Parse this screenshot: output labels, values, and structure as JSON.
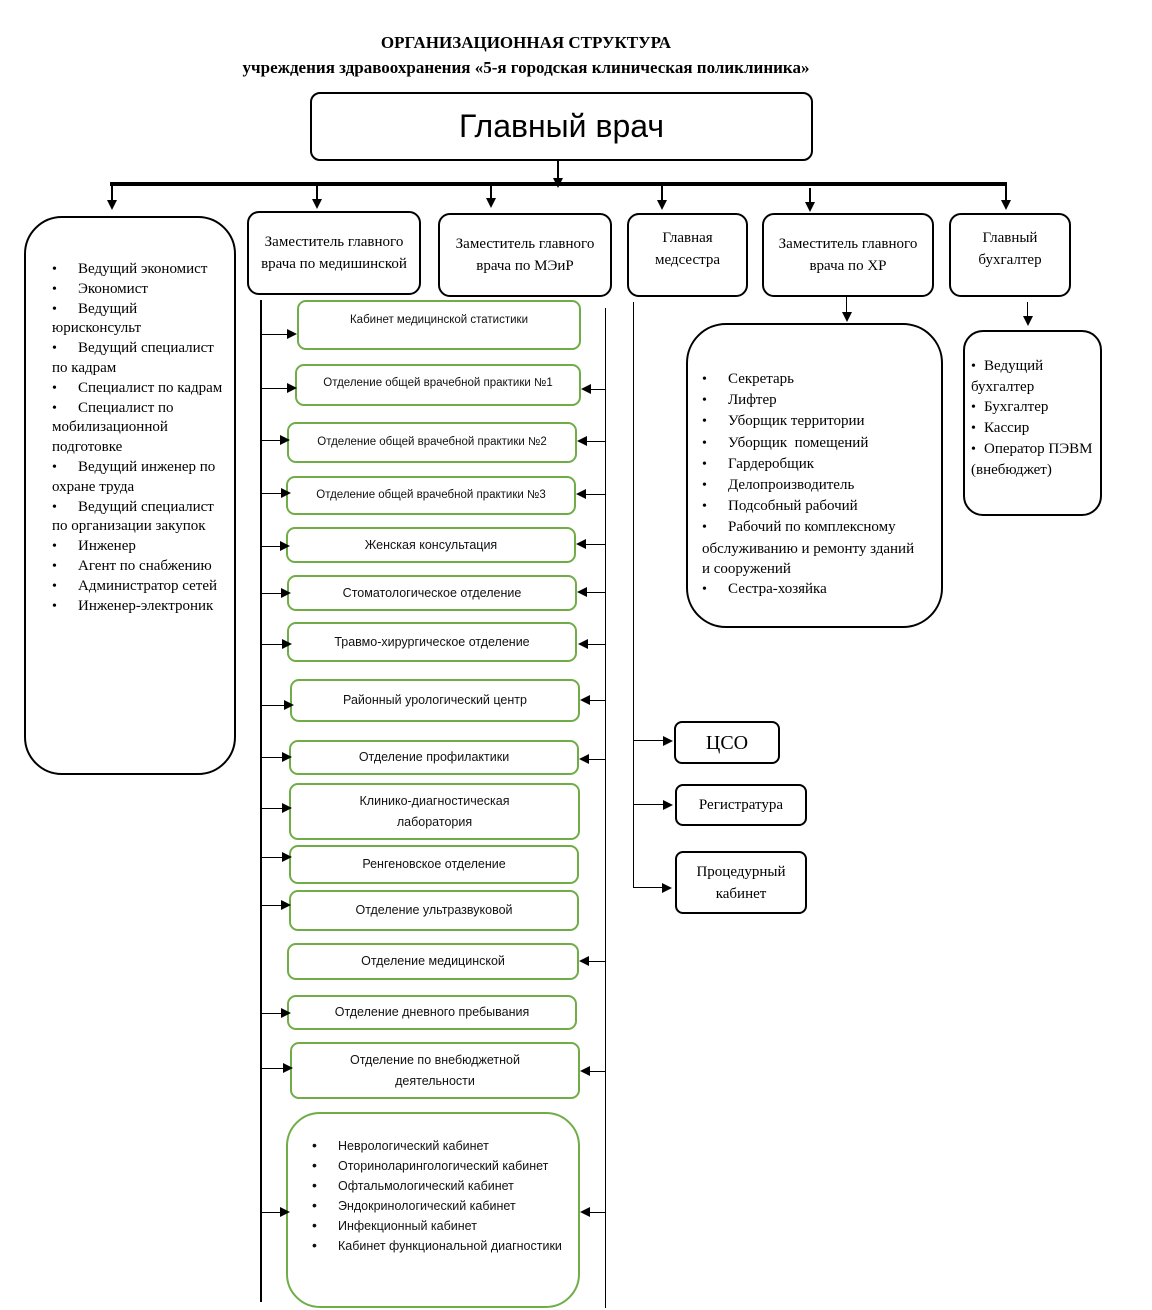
{
  "header": {
    "title": "ОРГАНИЗАЦИОННАЯ СТРУКТУРА",
    "subtitle": "учреждения здравоохранения «5-я городская клиническая поликлиника»"
  },
  "root": {
    "label": "Главный врач"
  },
  "level1": [
    {
      "id": "admin-staff"
    },
    {
      "id": "deputy-medical",
      "label": "Заместитель главного врача по медишинской"
    },
    {
      "id": "deputy-meir",
      "label": "Заместитель главного врача по МЭиР"
    },
    {
      "id": "head-nurse",
      "label": "Главная медсестра"
    },
    {
      "id": "deputy-xr",
      "label": "Заместитель главного врача по ХР"
    },
    {
      "id": "chief-accountant",
      "label": "Главный бухгалтер"
    }
  ],
  "admin_staff": [
    "Ведущий экономист",
    "Экономист",
    "Ведущий юрисконсульт",
    "Ведущий специалист по кадрам",
    "Специалист по кадрам",
    "Специалист по мобилизационной подготовке",
    "Ведущий инженер по охране труда",
    "Ведущий специалист по организации закупок",
    "Инженер",
    "Агент по снабжению",
    "Администратор сетей",
    "Инженер-электроник"
  ],
  "departments": [
    "Кабинет медицинской статистики",
    "Отделение общей врачебной практики №1",
    "Отделение общей врачебной практики №2",
    "Отделение общей врачебной практики №3",
    "Женская консультация",
    "Стоматологическое отделение",
    "Травмо-хирургическое отделение",
    "Районный урологический центр",
    "Отделение профилактики",
    "Клинико-диагностическая лаборатория",
    "Ренгеновское отделение",
    "Отделение ультразвуковой",
    "Отделение медицинской",
    "Отделение дневного пребывания",
    "Отделение по внебюджетной деятельности"
  ],
  "cabinets": [
    "Неврологический кабинет",
    "Оториноларингологический кабинет",
    "Офтальмологический кабинет",
    "Эндокринологический кабинет",
    "Инфекционный кабинет",
    "Кабинет функциональной диагностики"
  ],
  "nurse_units": [
    {
      "label": "ЦСО"
    },
    {
      "label": "Регистратура"
    },
    {
      "label": "Процедурный кабинет"
    }
  ],
  "xr_staff": [
    "Секретарь",
    "Лифтер",
    "Уборщик территории",
    "Уборщик  помещений",
    "Гардеробщик",
    "Делопроизводитель",
    "Подсобный рабочий",
    "Рабочий по комплексному обслуживанию и ремонту зданий и сооружений",
    "Сестра-хозяйка"
  ],
  "accounting_staff": [
    "Ведущий бухгалтер",
    "Бухгалтер",
    "Кассир",
    "Оператор ПЭВМ (внебюджет)"
  ],
  "colors": {
    "line": "#000000",
    "department_border": "#70ad47"
  }
}
